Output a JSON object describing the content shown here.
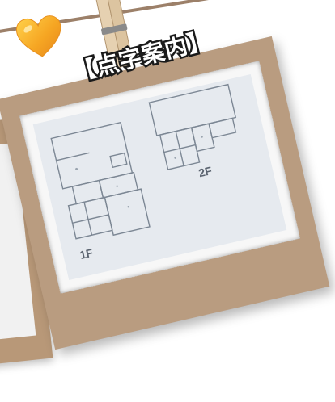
{
  "banner": {
    "title": "【点字案内】"
  },
  "floor_plan": {
    "floor_1_label": "1F",
    "floor_2_label": "2F"
  },
  "decor": {
    "heart_icon": "heart-icon",
    "heart_color": "#f5a623",
    "pin_icon": "clothespin-icon",
    "frame_color": "#b99c80"
  }
}
